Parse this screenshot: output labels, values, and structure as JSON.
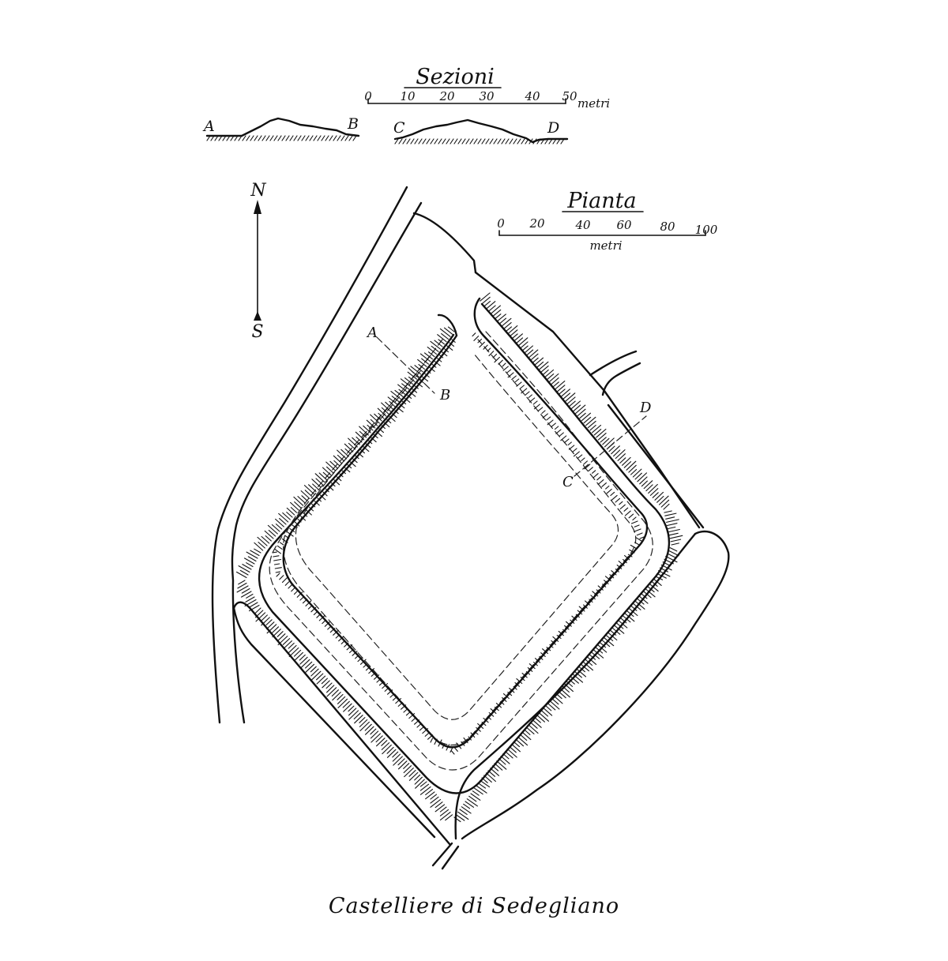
{
  "caption": "Castelliere di Sedegliano",
  "sections": {
    "title": "Sezioni",
    "scale": {
      "ticks": [
        "0",
        "10",
        "20",
        "30",
        "40",
        "50"
      ],
      "unit": "metri"
    },
    "profiles": [
      {
        "start": "A",
        "end": "B"
      },
      {
        "start": "C",
        "end": "D"
      }
    ]
  },
  "plan": {
    "title": "Pianta",
    "scale": {
      "ticks": [
        "0",
        "20",
        "40",
        "60",
        "80",
        "100"
      ],
      "unit": "metri"
    }
  },
  "compass": {
    "north": "N",
    "south": "S"
  },
  "section_markers": [
    "A",
    "B",
    "C",
    "D"
  ]
}
